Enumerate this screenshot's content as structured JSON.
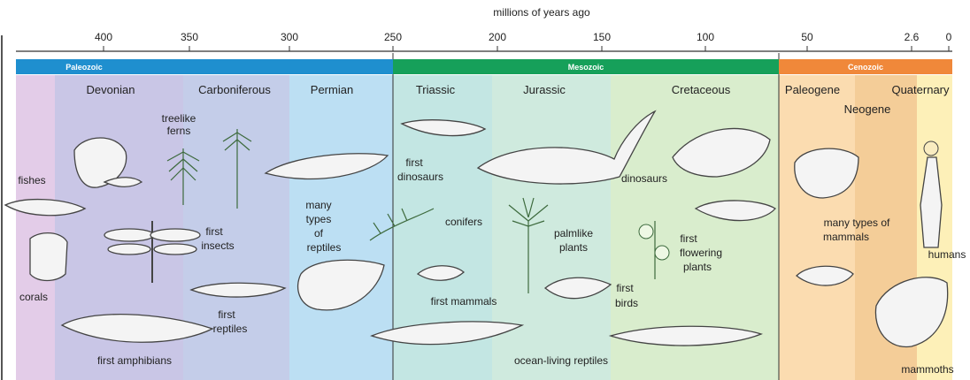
{
  "axis": {
    "title": "millions of years ago",
    "ticks": [
      "400",
      "350",
      "300",
      "250",
      "200",
      "150",
      "100",
      "50",
      "2.6",
      "0"
    ]
  },
  "eras": {
    "paleozoic": "Paleozoic",
    "mesozoic": "Mesozoic",
    "cenozoic": "Cenozoic"
  },
  "periods": {
    "devonian": "Devonian",
    "carboniferous": "Carboniferous",
    "permian": "Permian",
    "triassic": "Triassic",
    "jurassic": "Jurassic",
    "cretaceous": "Cretaceous",
    "paleogene": "Paleogene",
    "neogene": "Neogene",
    "quaternary": "Quaternary"
  },
  "labels": {
    "fishes": "fishes",
    "treelike_1": "treelike",
    "treelike_2": "ferns",
    "corals": "corals",
    "insects_1": "first",
    "insects_2": "insects",
    "amphibians": "first amphibians",
    "reptiles_1": "first",
    "reptiles_2": "reptiles",
    "many_1": "many",
    "many_2": "types",
    "many_3": "of",
    "many_4": "reptiles",
    "dinos_1": "first",
    "dinos_2": "dinosaurs",
    "conifers": "conifers",
    "first_mammals": "first mammals",
    "palm_1": "palmlike",
    "palm_2": "plants",
    "birds_1": "first",
    "birds_2": "birds",
    "dinosaurs": "dinosaurs",
    "flower_1": "first",
    "flower_2": "flowering",
    "flower_3": "plants",
    "ocean": "ocean-living reptiles",
    "mam_1": "many types of",
    "mam_2": "mammals",
    "humans": "humans",
    "mammoths": "mammoths"
  },
  "colors": {
    "paleozoic_band": "#1f8fcf",
    "mesozoic_band": "#16a05a",
    "cenozoic_band": "#f0883a",
    "devonian_bg": "#c9c6e6",
    "carboniferous_bg": "#c4cde9",
    "permian_bg": "#bcdff3",
    "triassic_bg": "#c3e6e3",
    "jurassic_bg": "#cfeade",
    "cretaceous_bg": "#d9edcd",
    "paleogene_bg": "#fbdcb0",
    "neogene_bg": "#f6d3a3",
    "quaternary_bg": "#fdf0b8"
  }
}
